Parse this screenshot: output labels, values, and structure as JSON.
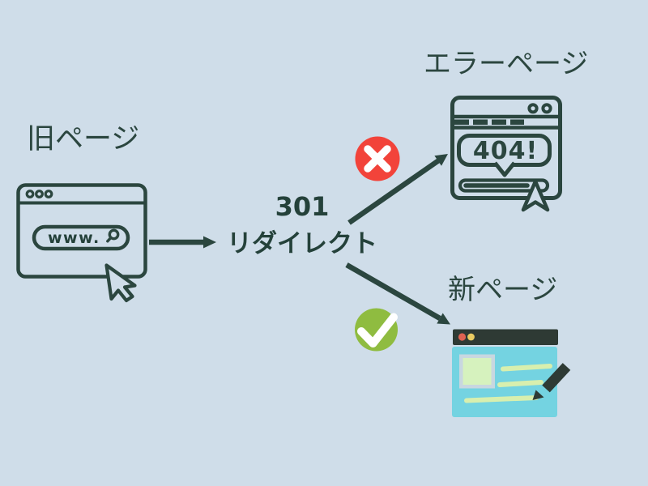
{
  "diagram": {
    "topic": "301 redirect",
    "labels": {
      "old_page": "旧ページ",
      "error_page": "エラーページ",
      "new_page": "新ページ",
      "redirect_code": "301",
      "redirect_word": "リダイレクト",
      "url_text": "www.",
      "error_code": "404!"
    },
    "nodes": [
      {
        "id": "old-page",
        "label": "旧ページ",
        "icon": "browser-window-outline"
      },
      {
        "id": "redirect",
        "label": "301 リダイレクト"
      },
      {
        "id": "error-page",
        "label": "エラーページ",
        "icon": "browser-404-window",
        "badge": "x-mark"
      },
      {
        "id": "new-page",
        "label": "新ページ",
        "icon": "browser-content-window",
        "badge": "check-mark"
      }
    ],
    "edges": [
      {
        "from": "old-page",
        "to": "redirect"
      },
      {
        "from": "redirect",
        "to": "error-page",
        "status": "error"
      },
      {
        "from": "redirect",
        "to": "new-page",
        "status": "success"
      }
    ]
  },
  "colors": {
    "background": "#cfdde9",
    "stroke": "#2b463f",
    "text_dark": "#24413a",
    "error_red": "#f2433a",
    "success_green": "#8fbc40",
    "badge_glyph_white": "#ffffff",
    "new_page_header": "#2e3a34",
    "new_page_body": "#74d3e1",
    "content_green": "#d8efae",
    "content_green_fill": "#d6f2be",
    "image_frame": "#c8d7e0",
    "dot_red": "#e06352",
    "dot_yellow": "#eacc62"
  }
}
